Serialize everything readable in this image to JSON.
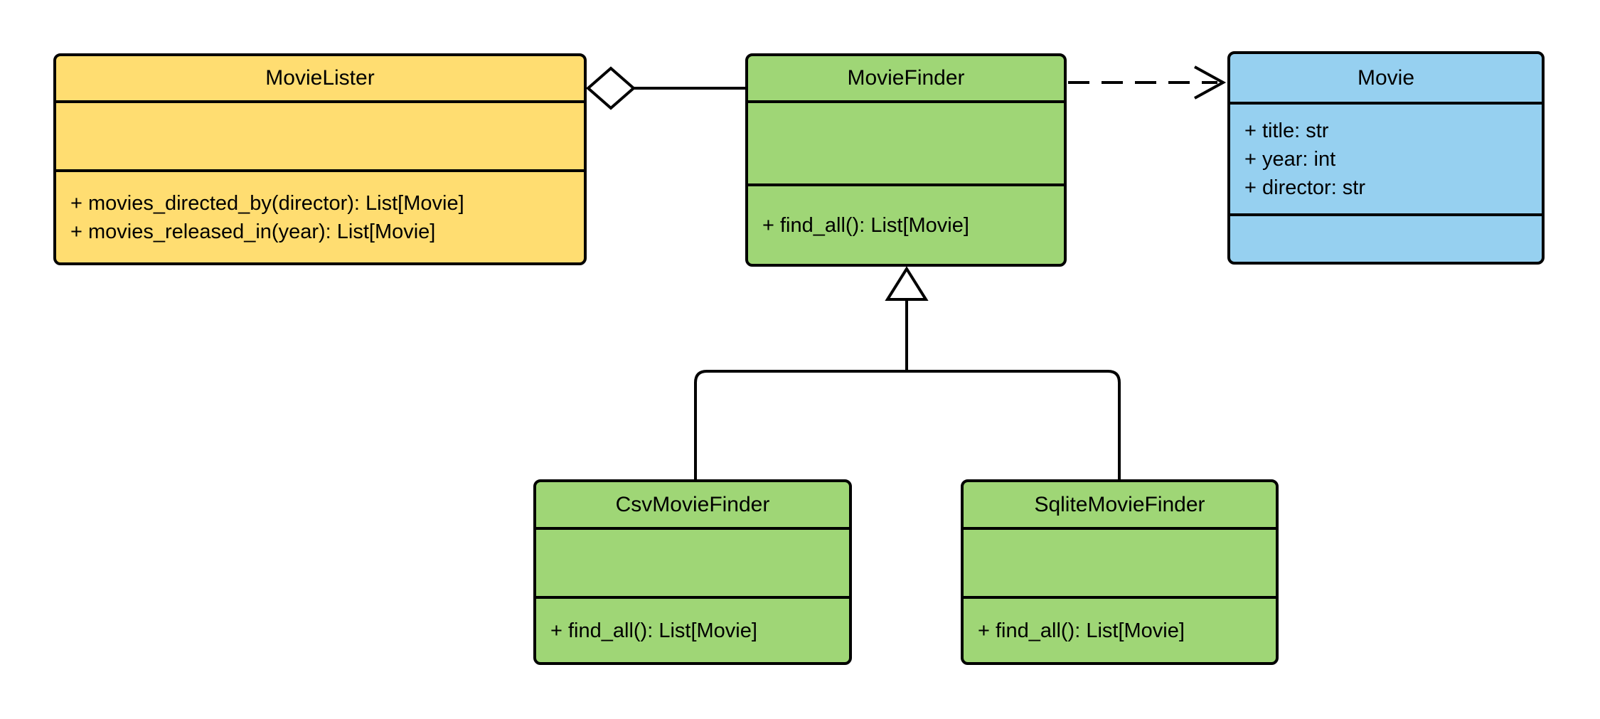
{
  "diagram": {
    "type": "uml-class-diagram",
    "background": "#ffffff"
  },
  "colors": {
    "stroke": "#000000",
    "text": "#000000",
    "yellow": "#ffdd71",
    "green": "#9fd676",
    "blue": "#96d0f0"
  },
  "classes": [
    {
      "name": "MovieLister",
      "color": "yellow",
      "attributes": [],
      "methods": [
        "+ movies_directed_by(director): List[Movie]",
        "+ movies_released_in(year): List[Movie]"
      ]
    },
    {
      "name": "MovieFinder",
      "color": "green",
      "attributes": [],
      "methods": [
        "+ find_all(): List[Movie]"
      ]
    },
    {
      "name": "Movie",
      "color": "blue",
      "attributes": [
        "+ title: str",
        "+ year: int",
        "+ director: str"
      ],
      "methods": []
    },
    {
      "name": "CsvMovieFinder",
      "color": "green",
      "attributes": [],
      "methods": [
        "+ find_all(): List[Movie]"
      ]
    },
    {
      "name": "SqliteMovieFinder",
      "color": "green",
      "attributes": [],
      "methods": [
        "+ find_all(): List[Movie]"
      ]
    }
  ],
  "relationships": [
    {
      "type": "aggregation",
      "owner": "MovieLister",
      "part": "MovieFinder"
    },
    {
      "type": "dependency",
      "from": "MovieFinder",
      "to": "Movie"
    },
    {
      "type": "inheritance",
      "child": "CsvMovieFinder",
      "parent": "MovieFinder"
    },
    {
      "type": "inheritance",
      "child": "SqliteMovieFinder",
      "parent": "MovieFinder"
    }
  ]
}
